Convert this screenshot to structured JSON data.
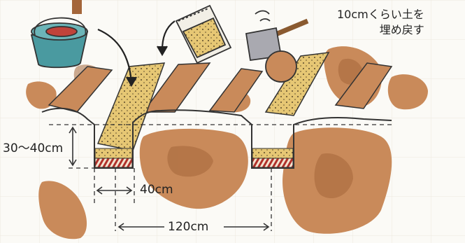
{
  "labels": {
    "depth": "30～40cm",
    "trench_width": "40cm",
    "trench_spacing": "120cm",
    "note_line1": "10cmくらい土を",
    "note_line2": "埋め戻す"
  },
  "colors": {
    "soil": "#c98a5a",
    "soil_dark": "#a4663a",
    "compost": "#e6c774",
    "compost_dots": "#5a4a2a",
    "bucket": "#4a9aa0",
    "bucket_inner": "#c0433a",
    "ink": "#333333",
    "stripe_red": "#b0302a"
  },
  "icons": [
    "bucket-icon",
    "fertilizer-bag-icon",
    "shovel-icon",
    "arrow-icon"
  ]
}
